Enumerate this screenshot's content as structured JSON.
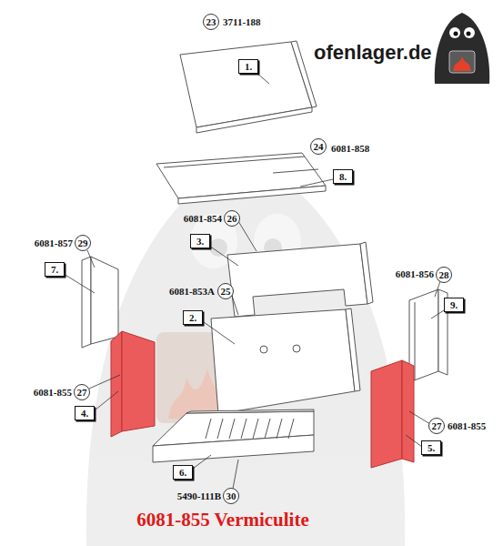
{
  "diagram": {
    "caption": "6081-855 Vermiculite",
    "nodes": [
      {
        "text": [
          "23"
        ]
      },
      {
        "text": [
          "1."
        ]
      },
      {
        "text": [
          "24"
        ]
      },
      {
        "text": [
          "8."
        ]
      },
      {
        "text": [
          "26"
        ]
      },
      {
        "text": [
          "3."
        ]
      },
      {
        "text": [
          "29"
        ]
      },
      {
        "text": [
          "25"
        ]
      },
      {
        "text": [
          "28"
        ]
      },
      {
        "text": [
          "7."
        ]
      },
      {
        "text": [
          "9."
        ]
      },
      {
        "text": [
          "2."
        ]
      },
      {
        "text": [
          "27"
        ]
      },
      {
        "text": [
          "4."
        ]
      },
      {
        "text": [
          "27"
        ]
      },
      {
        "text": [
          "5."
        ]
      },
      {
        "text": [
          "6."
        ]
      },
      {
        "text": [
          "30"
        ]
      }
    ],
    "labels": [
      "ofenlager.de",
      "3711-188",
      "6081-858",
      "6081-854",
      "6081-853A",
      "6081-857",
      "6081-856",
      "6081-855",
      "6081-855",
      "5490-111B"
    ]
  }
}
